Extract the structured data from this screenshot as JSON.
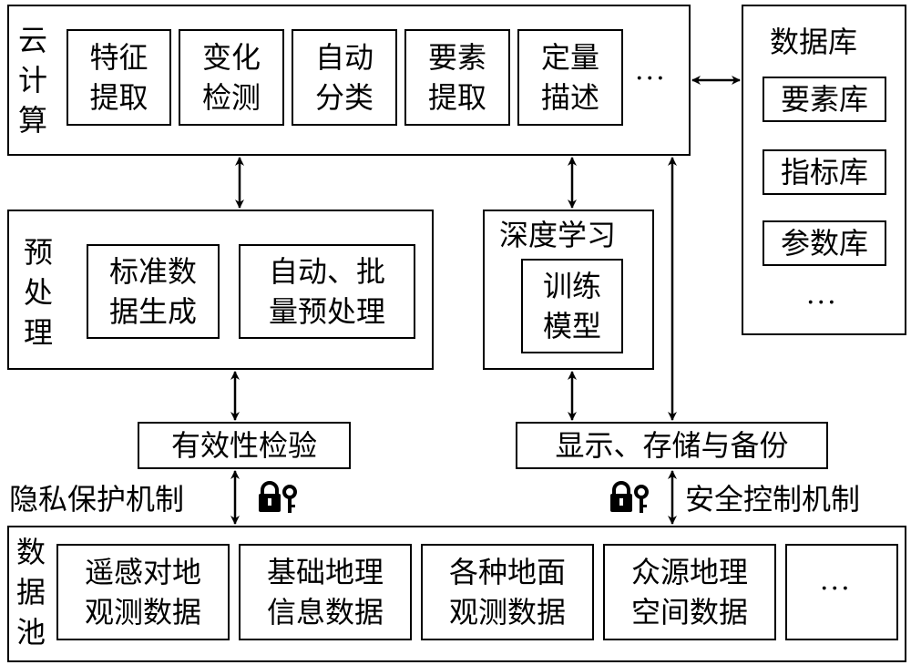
{
  "cloud": {
    "label": "云计算",
    "items": [
      "特征\n提取",
      "变化\n检测",
      "自动\n分类",
      "要素\n提取",
      "定量\n描述"
    ],
    "more": "···"
  },
  "database": {
    "title": "数据库",
    "items": [
      "要素库",
      "指标库",
      "参数库"
    ],
    "more": "···"
  },
  "preprocess": {
    "label": "预处理",
    "items": [
      "标准数\n据生成",
      "自动、批\n量预处理"
    ]
  },
  "deep_learning": {
    "title": "深度学习",
    "item": "训练\n模型"
  },
  "validity_check": "有效性检验",
  "display_storage": "显示、存储与备份",
  "privacy_mechanism": "隐私保护机制",
  "security_mechanism": "安全控制机制",
  "data_pool": {
    "label": "数据池",
    "items": [
      "遥感对地\n观测数据",
      "基础地理\n信息数据",
      "各种地面\n观测数据",
      "众源地理\n空间数据"
    ],
    "more": "···"
  }
}
